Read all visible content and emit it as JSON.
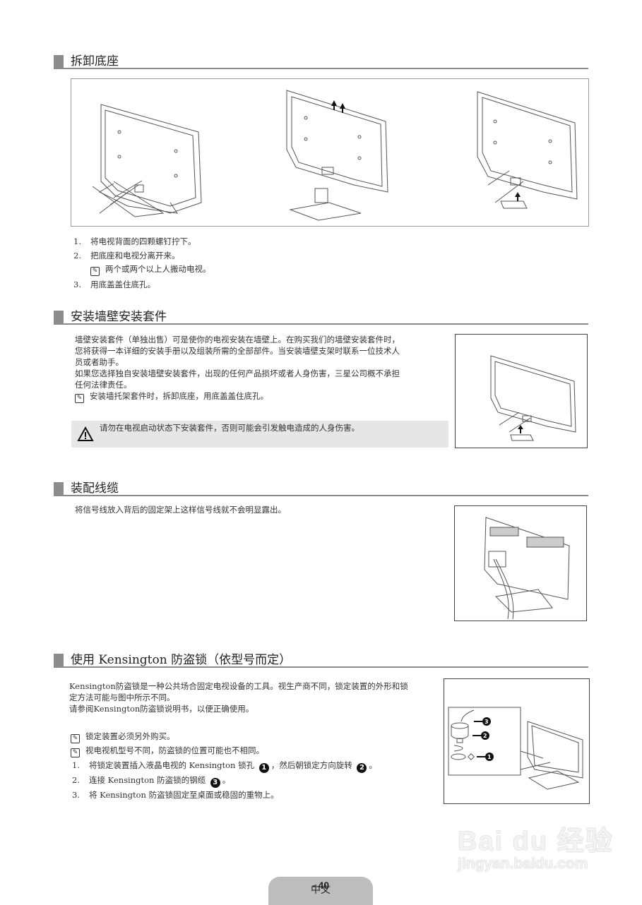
{
  "sections": [
    {
      "title": "拆卸底座",
      "steps": [
        {
          "num": "1.",
          "text": "将电视背面的四颗螺钉拧下。"
        },
        {
          "num": "2.",
          "text": "把底座和电视分离开来。"
        },
        {
          "note": "两个或两个以上人搬动电视。"
        },
        {
          "num": "3.",
          "text": "用底盖盖住底孔。"
        }
      ],
      "figure": {
        "panels": [
          "remove-screws",
          "lift-tv-off-stand",
          "attach-base-cover"
        ]
      }
    },
    {
      "title": "安装墙壁安装套件",
      "paragraph_lines": [
        "墙壁安装套件（单独出售）可是使你的电视安装在墙壁上。在购买我们的墙壁安装套件时，",
        "您将获得一本详细的安装手册以及组装所需的全部部件。当安装墙壁支架时联系一位技术人",
        "员或者助手。",
        "如果您选择独自安装墙壁安装套件，出现的任何产品损坏或者人身伤害，三星公司概不承担",
        "任何法律责任。"
      ],
      "note": "安装墙托架套件时，拆卸底座，用底盖盖住底孔。",
      "warning": "请勿在电视启动状态下安装套件，否则可能会引发触电造成的人身伤害。"
    },
    {
      "title": "装配线缆",
      "paragraph": "将信号线放入背后的固定架上这样信号线就不会明显露出。"
    },
    {
      "title": "使用 Kensington 防盗锁（依型号而定）",
      "paragraph_lines": [
        "Kensington防盗锁是一种公共场合固定电视设备的工具。视生产商不同，锁定装置的外形和锁",
        "定方法可能与图中所示不同。",
        "请参阅Kensington防盗锁说明书，以便正确使用。"
      ],
      "notes": [
        "锁定装置必须另外购买。",
        "视电视机型号不同，防盗锁的位置可能也不相同。"
      ],
      "steps": [
        {
          "num": "1.",
          "before": "将锁定装置插入液晶电视的 Kensington 锁孔",
          "c1": "1",
          "middle": "，然后朝锁定方向旋转",
          "c2": "2",
          "after": "。"
        },
        {
          "num": "2.",
          "before": "连接 Kensington 防盗锁的钢缆",
          "c1": "3",
          "after": "。"
        },
        {
          "num": "3.",
          "text": "将 Kensington 防盗锁固定至桌面或稳固的重物上。"
        }
      ],
      "figure_callouts": [
        "3",
        "2",
        "1"
      ]
    }
  ],
  "footer": {
    "lang": "中文",
    "sep": " - ",
    "page": "40"
  },
  "watermark": {
    "brand": "Bai du 经验",
    "url": "jingyan.baidu.com"
  },
  "icons": {
    "note": "note-pencil-icon",
    "warning": "warning-triangle-icon"
  }
}
